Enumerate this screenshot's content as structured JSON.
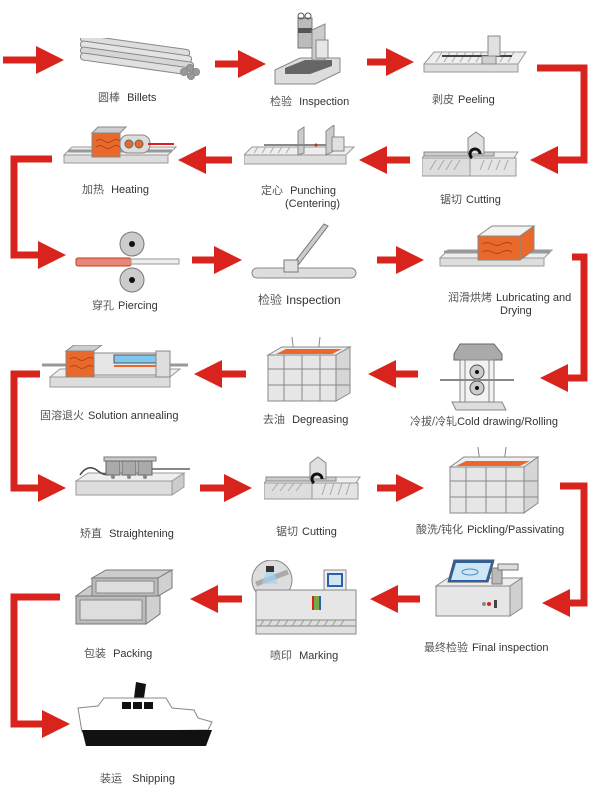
{
  "diagram": {
    "title": "",
    "arrow_color": "#d9231d",
    "accent_orange": "#e8692a",
    "steps": [
      {
        "id": "billets",
        "zh": "圆棒",
        "en": "Billets"
      },
      {
        "id": "inspection-1",
        "zh": "检验",
        "en": "Inspection"
      },
      {
        "id": "peeling",
        "zh": "剥皮",
        "en": "Peeling"
      },
      {
        "id": "cutting-1",
        "zh": "锯切",
        "en": "Cutting"
      },
      {
        "id": "punching",
        "zh": "定心",
        "en": "Punching",
        "en2": "(Centering)"
      },
      {
        "id": "heating",
        "zh": "加热",
        "en": "Heating"
      },
      {
        "id": "piercing",
        "zh": "穿孔",
        "en": "Piercing"
      },
      {
        "id": "inspection-2",
        "zh": "检验",
        "en": "Inspection"
      },
      {
        "id": "lubricating",
        "zh": "润滑烘烤",
        "en": "Lubricating and",
        "en2": "Drying"
      },
      {
        "id": "cold-drawing",
        "zh": "冷拔/冷轧",
        "en": "Cold drawing/Rolling"
      },
      {
        "id": "degreasing",
        "zh": "去油",
        "en": "Degreasing"
      },
      {
        "id": "solution-annealing",
        "zh": "固溶退火",
        "en": "Solution annealing"
      },
      {
        "id": "straightening",
        "zh": "矫直",
        "en": "Straightening"
      },
      {
        "id": "cutting-2",
        "zh": "锯切",
        "en": "Cutting"
      },
      {
        "id": "pickling",
        "zh": "酸洗/钝化",
        "en": "Pickling/Passivating"
      },
      {
        "id": "final-inspection",
        "zh": "最终检验",
        "en": "Final inspection"
      },
      {
        "id": "marking",
        "zh": "喷印",
        "en": "Marking"
      },
      {
        "id": "packing",
        "zh": "包装",
        "en": "Packing"
      },
      {
        "id": "shipping",
        "zh": "装运",
        "en": "Shipping"
      }
    ]
  }
}
